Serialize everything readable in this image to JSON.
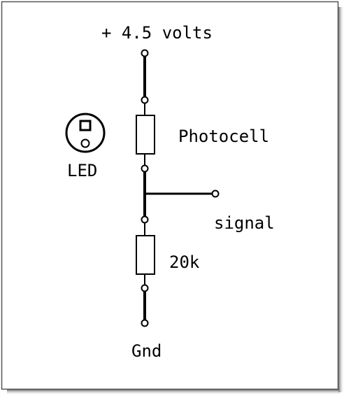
{
  "labels": {
    "supply": "+ 4.5 volts",
    "photocell": "Photocell",
    "led": "LED",
    "signal": "signal",
    "resistor": "20k",
    "ground": "Gnd"
  },
  "colors": {
    "wire": "#000000",
    "background": "#ffffff",
    "shadow": "#7a7a7a"
  }
}
